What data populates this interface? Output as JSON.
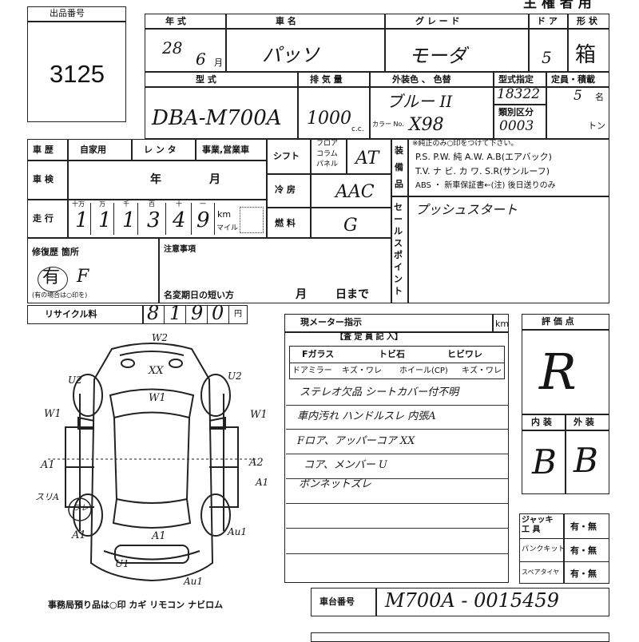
{
  "header": {
    "top_label": "主 権 者 用"
  },
  "lot": {
    "label": "出品番号",
    "number": "3125"
  },
  "vehicle": {
    "labels": {
      "year": "年 式",
      "name": "車 名",
      "grade": "グ レ ー ド",
      "doors": "ド ア",
      "shape": "形 状",
      "type": "型 式",
      "displacement": "排 気 量",
      "exterior": "外装色 、 色替",
      "type_designation": "型式指定",
      "capacity": "定員・積載",
      "category": "類別区分",
      "cc": "c.c.",
      "color_no": "カラー No.",
      "ton": "トン",
      "persons_unit": "名"
    },
    "year": "28",
    "month": "6",
    "month_unit": "月",
    "name": "パッソ",
    "grade": "モーダ",
    "doors": "5",
    "shape": "箱",
    "model_code": "DBA-M700A",
    "displacement": "1000",
    "color": "ブルー II",
    "color_code": "X98",
    "type_designation": "18322",
    "category": "0003",
    "capacity": "5"
  },
  "history": {
    "label": "車 歴",
    "options": [
      "自家用",
      "レ ン タ",
      "事業,営業車"
    ],
    "inspection_label": "車 検",
    "year_label": "年",
    "month_label": "月",
    "mileage_label": "走 行",
    "mileage_units": [
      "十万",
      "万",
      "千",
      "百",
      "十",
      "一"
    ],
    "mileage_digits": [
      "1",
      "1",
      "1",
      "3",
      "4",
      "9"
    ],
    "km_label": "km",
    "mile_label": "マイル"
  },
  "specs": {
    "shift_label": "シフト",
    "shift_options": [
      "フロア",
      "コラム",
      "パネル"
    ],
    "shift_value": "AT",
    "ac_label": "冷 房",
    "ac_value": "AAC",
    "fuel_label": "燃 料",
    "fuel_value": "G"
  },
  "equipment": {
    "label": "装 備 品",
    "note": "※純正のみ○印をつけて下さい。",
    "line1": "P.S. P.W. 純 A.W. A.B(エアバック)",
    "line2": "T.V. ナ ビ. カ ワ. S.R(サンルーフ)",
    "line3": "ABS ・ 新車保証書←(注) 後日送りのみ"
  },
  "sales_point": {
    "label": "セールスポイント",
    "text": "プッシュスタート"
  },
  "repair": {
    "label": "修復歴 箇所",
    "value": "有",
    "value_detail": "F",
    "note": "(有の場合は○印を)"
  },
  "notes": {
    "label": "注意事項",
    "name_change_label": "名変期日の短い方",
    "month_label": "月",
    "day_label": "日まで"
  },
  "recycle": {
    "label": "リサイクル料",
    "digits": [
      "8",
      "1",
      "9",
      "0"
    ],
    "yen": "円"
  },
  "meter": {
    "label": "現メーター指示",
    "km": "km"
  },
  "inspector": {
    "header": "【査 定 員 記 入】",
    "row1": [
      "Fガラス",
      "トビ石",
      "ヒビワレ"
    ],
    "row2": [
      "ドアミラー",
      "キズ・ワレ",
      "ホイール(CP)",
      "キズ・ワレ"
    ],
    "remarks": [
      "ステレオ欠品  シートカバー付不明",
      "車内汚れ  ハンドルスレ  内張A",
      "Fロア、アッパーコア XX",
      "コア、メンバー U",
      "ボンネットズレ"
    ]
  },
  "rating": {
    "label": "評 価 点",
    "score": "R",
    "interior_label": "内 装",
    "exterior_label": "外 装",
    "interior": "B",
    "exterior": "B"
  },
  "accessories": {
    "items": [
      "ジャッキ 工 具",
      "パンクキット",
      "スペアタイヤ"
    ],
    "values": [
      "有・無",
      "有・無",
      "有・無"
    ]
  },
  "chassis": {
    "label": "車台番号",
    "value": "M700A - 0015459"
  },
  "office": {
    "text": "事務局預り品は○印  カギ  リモコン  ナビロム"
  },
  "diagram": {
    "marks": {
      "w2_top": "W2",
      "xx_hood": "XX",
      "w1_hood": "W1",
      "u2_left": "U2",
      "u2_right": "U2",
      "w1_left": "W1",
      "w1_right": "W1",
      "a1_left": "A1",
      "a2_right": "A2",
      "a1_right": "A1",
      "sua_left": "スリA",
      "wa_wheel": "ワレ",
      "a1_rear_left": "A1",
      "au1_rear_right": "Au1",
      "a1_rear": "A1",
      "u1_bottom": "U1",
      "au1_bottom": "Au1"
    }
  }
}
